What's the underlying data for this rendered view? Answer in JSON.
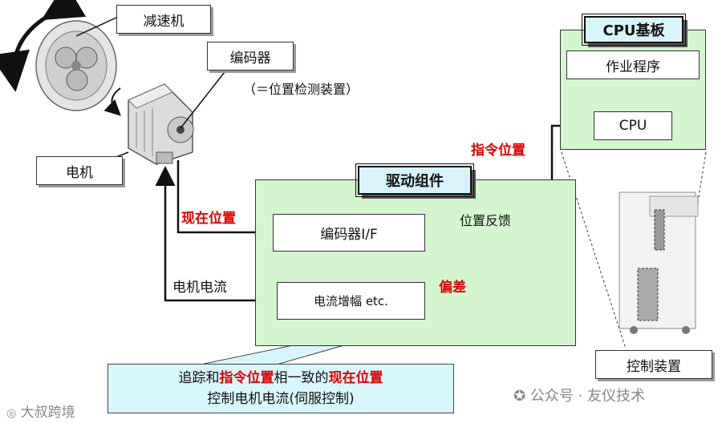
{
  "labels": {
    "reducer": "减速机",
    "encoder": "编码器",
    "encoder_note": "（＝位置检测装置）",
    "motor": "电机",
    "current_position": "现在位置",
    "motor_current": "电机电流",
    "command_position": "指令位置",
    "deviation": "偏差",
    "position_feedback": "位置反馈",
    "control_device": "控制装置"
  },
  "drive_unit": {
    "title": "驱动组件",
    "encoder_if": "编码器I/F",
    "current_amp": "电流增幅 etc."
  },
  "cpu_board": {
    "title": "CPU基板",
    "program": "作业程序",
    "cpu": "CPU"
  },
  "callout": {
    "line1_a": "追踪和",
    "line1_b": "指令位置",
    "line1_c": "相一致的",
    "line1_d": "现在位置",
    "line2": "控制电机电流(伺服控制)"
  },
  "watermarks": {
    "left": "大叔跨境",
    "right": "公众号 · 友仪技术"
  },
  "colors": {
    "highlight": "#e00000",
    "module_fill": "#d4f5cf",
    "title_fill": "#d8f3fb"
  }
}
